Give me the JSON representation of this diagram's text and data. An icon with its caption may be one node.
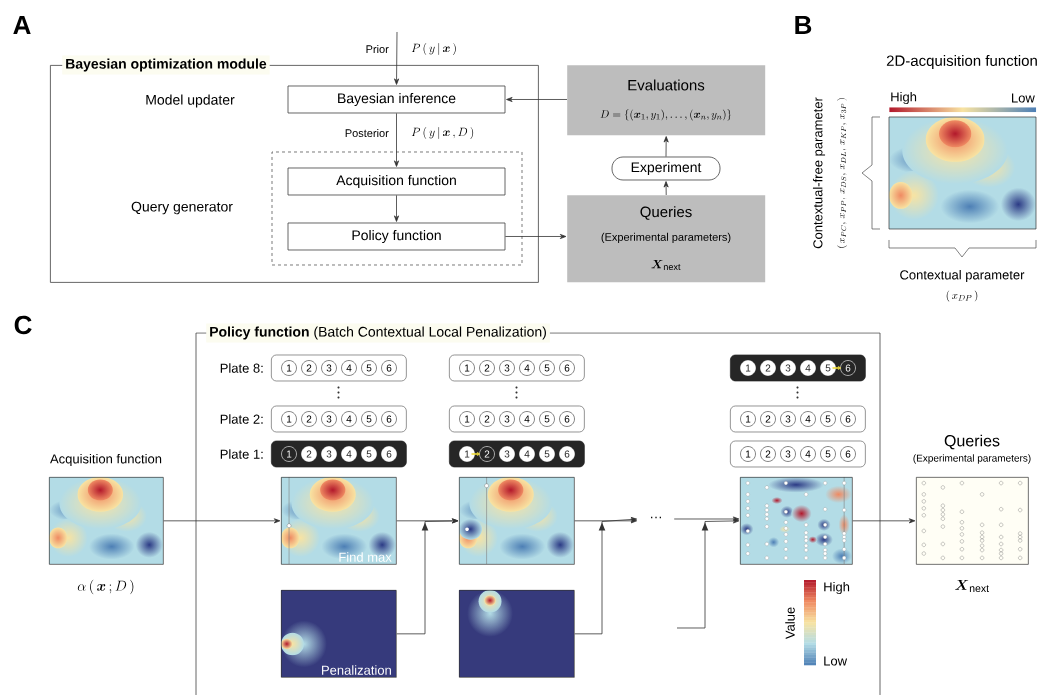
{
  "diagram": {
    "nodes": [
      {
        "text": [
          "Bayesian optimization module"
        ]
      },
      {
        "text": [
          "Bayesian inference"
        ],
        "in": 0,
        "beside": [
          "Model updater"
        ]
      },
      {
        "text": [],
        "shape": "box",
        "in": 0,
        "beside": [
          "Query generator"
        ]
      },
      {
        "text": [
          "Acquisition function"
        ],
        "in": 2
      },
      {
        "text": [
          "Policy function"
        ],
        "in": 2
      },
      {
        "text": [
          "Evaluations",
          "D=\\{(\\boldsymbol{x}_1,y_1),\\ldots,(\\boldsymbol{x}_n,y_n)\\}"
        ]
      },
      {
        "text": [
          "Experiment"
        ]
      },
      {
        "text": [
          "Queries",
          "(Experimental parameters)",
          "\\boldsymbol{X}_{\\mathrm{next}}"
        ]
      },
      {
        "text": [
          "**Policy function** (Batch Contextual Local Penalization)"
        ]
      },
      {
        "text": [
          "Acquisition function"
        ],
        "beside": [
          "\\alpha\\,(\\,\\boldsymbol{x}\\,;D\\,)"
        ]
      },
      {
        "text": [
          "1",
          "2",
          "3",
          "4",
          "5",
          "6"
        ],
        "in": 8
      },
      {
        "text": [
          "1",
          "2",
          "3",
          "4",
          "5",
          "6"
        ],
        "in": 8
      },
      {
        "text": [
          "1",
          "2",
          "3",
          "4",
          "5",
          "6"
        ],
        "in": 8
      },
      {
        "text": [
          "Find max"
        ],
        "in": 8
      },
      {
        "text": [
          "Penalization"
        ],
        "in": 8
      },
      {
        "text": [
          "1",
          "2",
          "3",
          "4",
          "5",
          "6"
        ],
        "in": 8
      },
      {
        "text": [
          "1",
          "2",
          "3",
          "4",
          "5",
          "6"
        ],
        "in": 8
      },
      {
        "text": [
          "1",
          "2",
          "3",
          "4",
          "5",
          "6"
        ],
        "in": 8
      },
      {
        "text": [],
        "shape": "picture",
        "in": 8
      },
      {
        "text": [],
        "shape": "picture",
        "in": 8
      },
      {
        "text": [
          "···"
        ],
        "in": 8
      },
      {
        "text": [
          "1",
          "2",
          "3",
          "4",
          "5",
          "6"
        ],
        "in": 8
      },
      {
        "text": [
          "1",
          "2",
          "3",
          "4",
          "5",
          "6"
        ],
        "in": 8
      },
      {
        "text": [
          "1",
          "2",
          "3",
          "4",
          "5",
          "6"
        ],
        "in": 8
      },
      {
        "text": [],
        "shape": "picture",
        "in": 8
      },
      {
        "text": [
          "Queries",
          "(Experimental parameters)"
        ],
        "beside": [
          "\\boldsymbol{X}_{\\mathrm{next}}"
        ]
      }
    ],
    "edges": [
      {
        "from": null,
        "to": 1,
        "arrow": "to",
        "label": "Prior"
      },
      {
        "from": 1,
        "to": 3,
        "arrow": "to",
        "label": "Posterior"
      },
      {
        "from": 3,
        "to": 4,
        "arrow": "to"
      },
      {
        "from": 4,
        "to": 7,
        "arrow": "to"
      },
      {
        "from": 7,
        "to": 6,
        "arrow": "to"
      },
      {
        "from": 6,
        "to": 5,
        "arrow": "to"
      },
      {
        "from": 5,
        "to": 1,
        "arrow": "to"
      },
      {
        "from": 9,
        "to": 13,
        "arrow": "to"
      },
      {
        "from": 13,
        "to": 18,
        "arrow": "to"
      },
      {
        "from": 14,
        "to": 18,
        "arrow": "to"
      },
      {
        "from": 18,
        "to": 20,
        "arrow": "to"
      },
      {
        "from": 19,
        "to": 20,
        "arrow": "to"
      },
      {
        "from": 20,
        "to": 24,
        "arrow": "to"
      },
      {
        "from": null,
        "to": 24,
        "arrow": "to"
      },
      {
        "from": 24,
        "to": 25,
        "arrow": "to"
      }
    ],
    "labels": [
      "A",
      "P\\,(\\,y\\,|\\,\\boldsymbol{x}\\,)",
      "P\\,(\\,y\\,|\\,\\boldsymbol{x}\\,,D\\,)",
      "B",
      "2D-acquisition function",
      "High",
      "Low",
      "Contextual-free parameter",
      "(\\,x_{PC},\\,x_{PP},\\,x_{DS},\\,x_{DL},\\,x_{KP},\\,x_{3P}\\,)",
      "Contextual parameter",
      "(\\,x_{DP}\\,)",
      "C",
      "Plate 8:",
      "Plate 2:",
      "Plate 1:",
      "Value",
      "High",
      "Low"
    ]
  }
}
